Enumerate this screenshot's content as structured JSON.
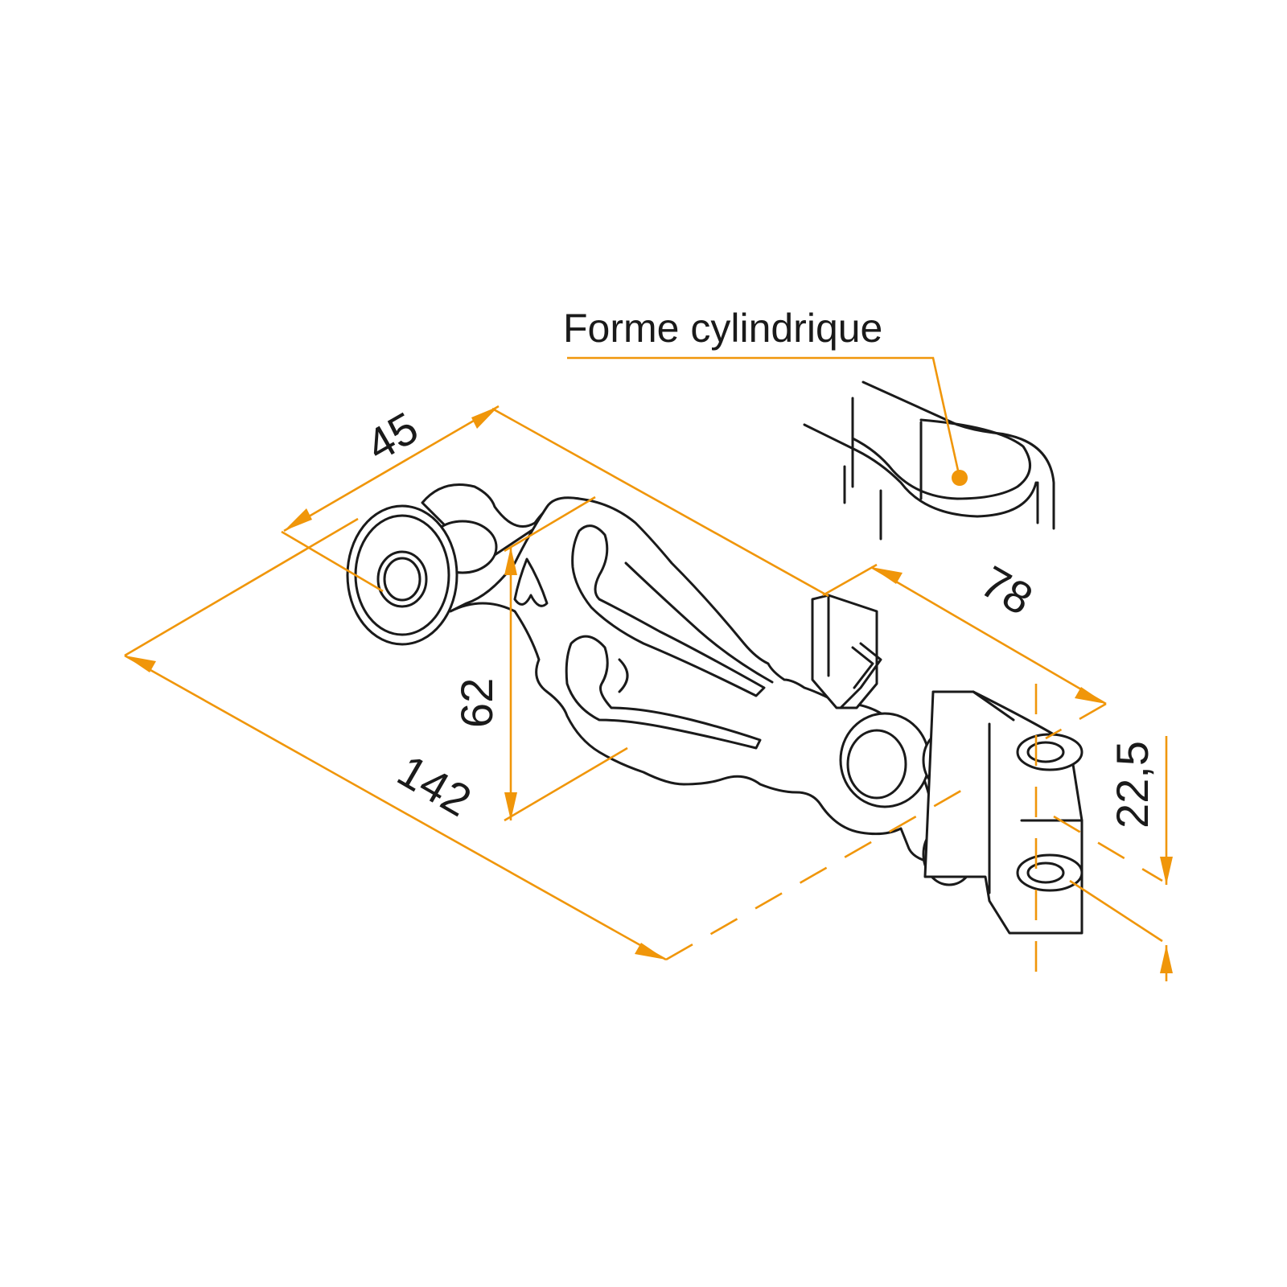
{
  "callout": {
    "label": "Forme cylindrique"
  },
  "dimensions": {
    "width_top": "45",
    "length_overall": "142",
    "height": "62",
    "hinge_length": "78",
    "knuckle_height": "22,5"
  },
  "colors": {
    "dimension": "#f0960a",
    "outline": "#1a1a1a",
    "background": "#ffffff"
  }
}
